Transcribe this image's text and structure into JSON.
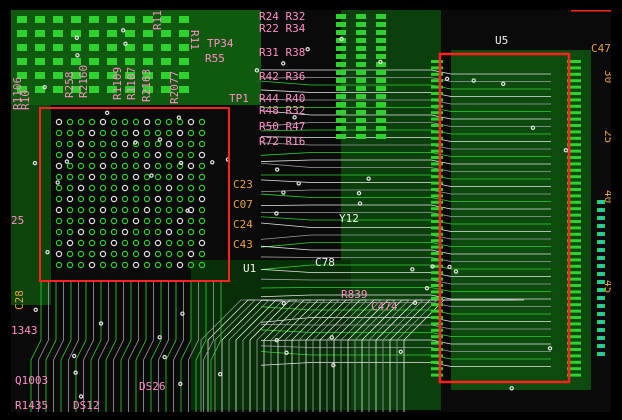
{
  "app": {
    "view": "PCB layout editor canvas"
  },
  "colors": {
    "background": "#000000",
    "copper_top": "#1f8f1f",
    "copper_bright": "#2fd12f",
    "trace_white": "#e6e6e6",
    "trace_gray": "#9aa0a0",
    "outline_red": "#ff2020",
    "silk_pink": "#ff8fc8",
    "silk_orange": "#e8a040",
    "via_cyan": "#20c0ff"
  },
  "labels": {
    "r2432": "R24 R32",
    "r2234": "R22 R34",
    "r3138": "R31 R38",
    "r4236": "R42 R36",
    "r4440": "R44 R40",
    "r4832": "R48 R32",
    "r5047": "R50 R47",
    "r7216": "R72 R16",
    "tp34": "TP34",
    "r55": "R55",
    "tp1": "TP1",
    "u5": "U5",
    "c47": "C47",
    "r258": "R258",
    "r2160": "R2160",
    "r1109": "R1109",
    "r1107": "R1107",
    "r2163": "R2163",
    "r2077": "R2077",
    "r110": "R11",
    "r1106": "R1106",
    "u1": "U1",
    "c78": "C78",
    "c474": "C474",
    "r839": "R839",
    "y12": "Y12",
    "n1343": "1343",
    "q1003": "Q1003",
    "r1435": "R1435",
    "ds12": "DS12",
    "ds26": "DS26",
    "n30": "30",
    "n25": "25",
    "n40": "40",
    "n45": "45",
    "p25": "25",
    "c28": "C28",
    "c43": "C43",
    "c23": "C23",
    "c07": "C07",
    "c24": "C24",
    "r10": "R10",
    "r11": "R11"
  }
}
